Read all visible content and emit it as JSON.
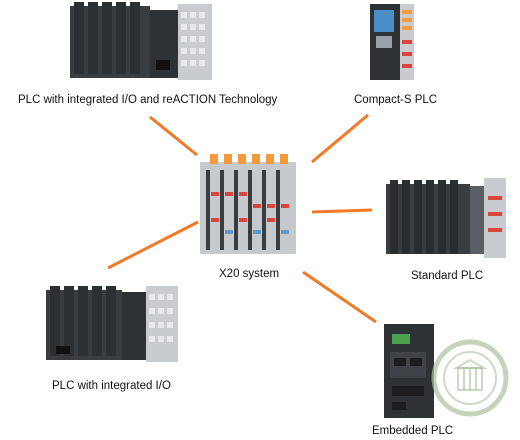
{
  "labels": {
    "plc_reaction": "PLC with integrated I/O and reACTION Technology",
    "compact_s": "Compact-S PLC",
    "x20": "X20 system",
    "standard": "Standard PLC",
    "plc_io": "PLC with integrated I/O",
    "embedded": "Embedded PLC"
  },
  "colors": {
    "connector": "#f07a26",
    "housing_dark": "#3a3d40",
    "housing_grey": "#bfc3c6",
    "terminal_orange": "#f49a3c",
    "led_red": "#d9443b",
    "watermark": "#a9c29c"
  }
}
